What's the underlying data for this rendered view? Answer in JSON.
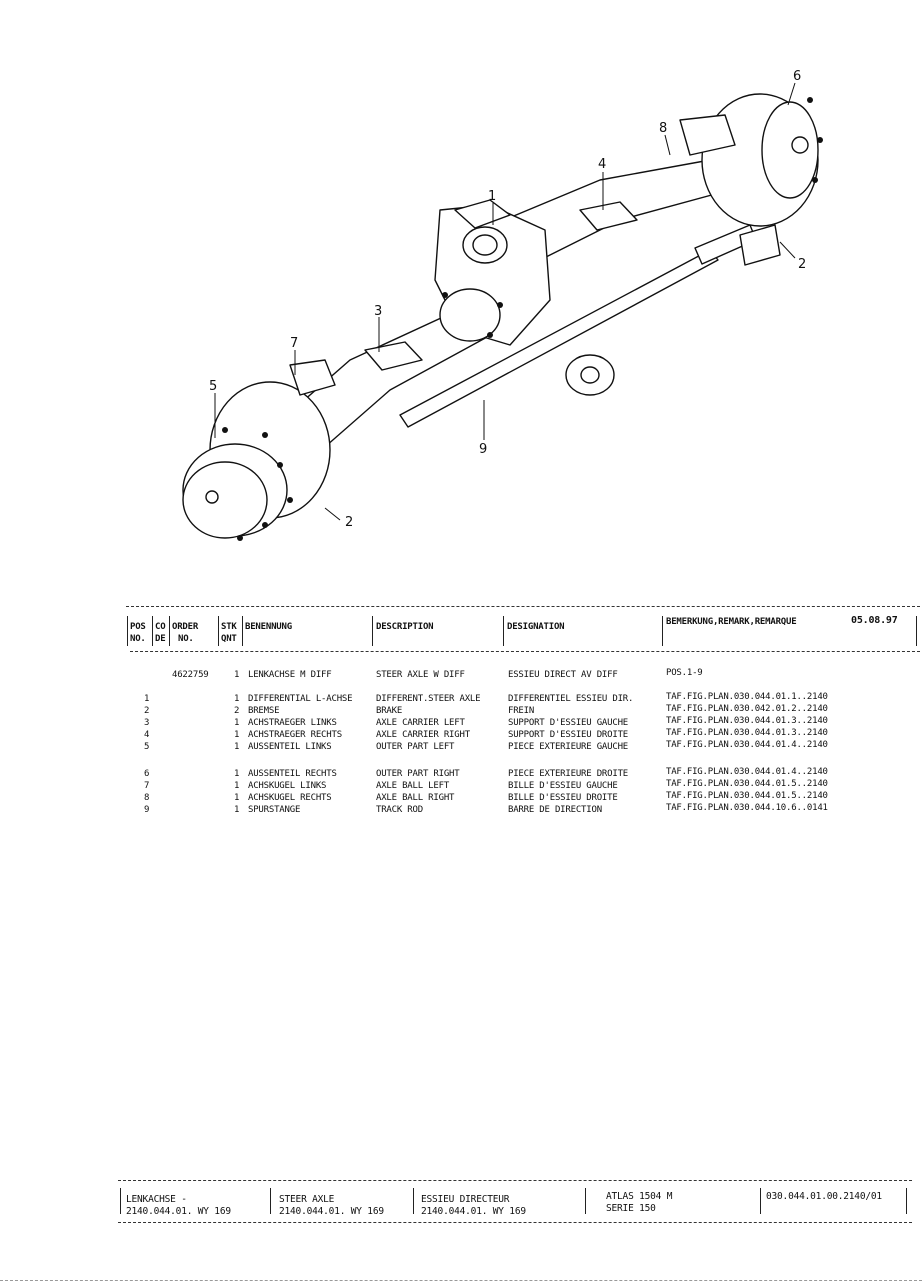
{
  "figure": {
    "callouts": [
      "1",
      "2",
      "2",
      "3",
      "4",
      "5",
      "6",
      "7",
      "8",
      "9"
    ]
  },
  "table": {
    "headers": {
      "pos": "POS",
      "pos_no": "NO.",
      "co": "CO",
      "co_de": "DE",
      "order": "ORDER",
      "order_no": "NO.",
      "stk": "STK",
      "stk_qnt": "QNT",
      "benennung": "BENENNUNG",
      "description": "DESCRIPTION",
      "designation": "DESIGNATION",
      "remark": "BEMERKUNG,REMARK,REMARQUE",
      "date": "05.08.97"
    },
    "main_row": {
      "order": "4622759",
      "qty": "1",
      "benennung": "LENKACHSE M DIFF",
      "description": "STEER AXLE W DIFF",
      "designation": "ESSIEU DIRECT AV DIFF",
      "remark": "POS.1-9"
    },
    "rows": [
      {
        "pos": "1",
        "qty": "1",
        "benennung": "DIFFERENTIAL L-ACHSE",
        "description": "DIFFERENT.STEER AXLE",
        "designation": "DIFFERENTIEL ESSIEU DIR.",
        "remark": "TAF.FIG.PLAN.030.044.01.1..2140"
      },
      {
        "pos": "2",
        "qty": "2",
        "benennung": "BREMSE",
        "description": "BRAKE",
        "designation": "FREIN",
        "remark": "TAF.FIG.PLAN.030.042.01.2..2140"
      },
      {
        "pos": "3",
        "qty": "1",
        "benennung": "ACHSTRAEGER LINKS",
        "description": "AXLE CARRIER LEFT",
        "designation": "SUPPORT D'ESSIEU GAUCHE",
        "remark": "TAF.FIG.PLAN.030.044.01.3..2140"
      },
      {
        "pos": "4",
        "qty": "1",
        "benennung": "ACHSTRAEGER RECHTS",
        "description": "AXLE CARRIER RIGHT",
        "designation": "SUPPORT D'ESSIEU DROITE",
        "remark": "TAF.FIG.PLAN.030.044.01.3..2140"
      },
      {
        "pos": "5",
        "qty": "1",
        "benennung": "AUSSENTEIL LINKS",
        "description": "OUTER PART LEFT",
        "designation": "PIECE EXTERIEURE GAUCHE",
        "remark": "TAF.FIG.PLAN.030.044.01.4..2140"
      },
      {
        "pos": "6",
        "qty": "1",
        "benennung": "AUSSENTEIL RECHTS",
        "description": "OUTER PART RIGHT",
        "designation": "PIECE EXTERIEURE DROITE",
        "remark": "TAF.FIG.PLAN.030.044.01.4..2140"
      },
      {
        "pos": "7",
        "qty": "1",
        "benennung": "ACHSKUGEL LINKS",
        "description": "AXLE BALL LEFT",
        "designation": "BILLE D'ESSIEU GAUCHE",
        "remark": "TAF.FIG.PLAN.030.044.01.5..2140"
      },
      {
        "pos": "8",
        "qty": "1",
        "benennung": "ACHSKUGEL RECHTS",
        "description": "AXLE BALL RIGHT",
        "designation": "BILLE D'ESSIEU DROITE",
        "remark": "TAF.FIG.PLAN.030.044.01.5..2140"
      },
      {
        "pos": "9",
        "qty": "1",
        "benennung": "SPURSTANGE",
        "description": "TRACK ROD",
        "designation": "BARRE DE DIRECTION",
        "remark": "TAF.FIG.PLAN.030.044.10.6..0141"
      }
    ]
  },
  "footer": {
    "de_title": "LENKACHSE  -",
    "de_code": "2140.044.01. WY 169",
    "en_title": "STEER AXLE",
    "en_code": "2140.044.01. WY 169",
    "fr_title": "ESSIEU DIRECTEUR",
    "fr_code": "2140.044.01. WY 169",
    "model": "ATLAS 1504 M",
    "series": "SERIE 150",
    "doc_number": "030.044.01.00.2140/01"
  }
}
